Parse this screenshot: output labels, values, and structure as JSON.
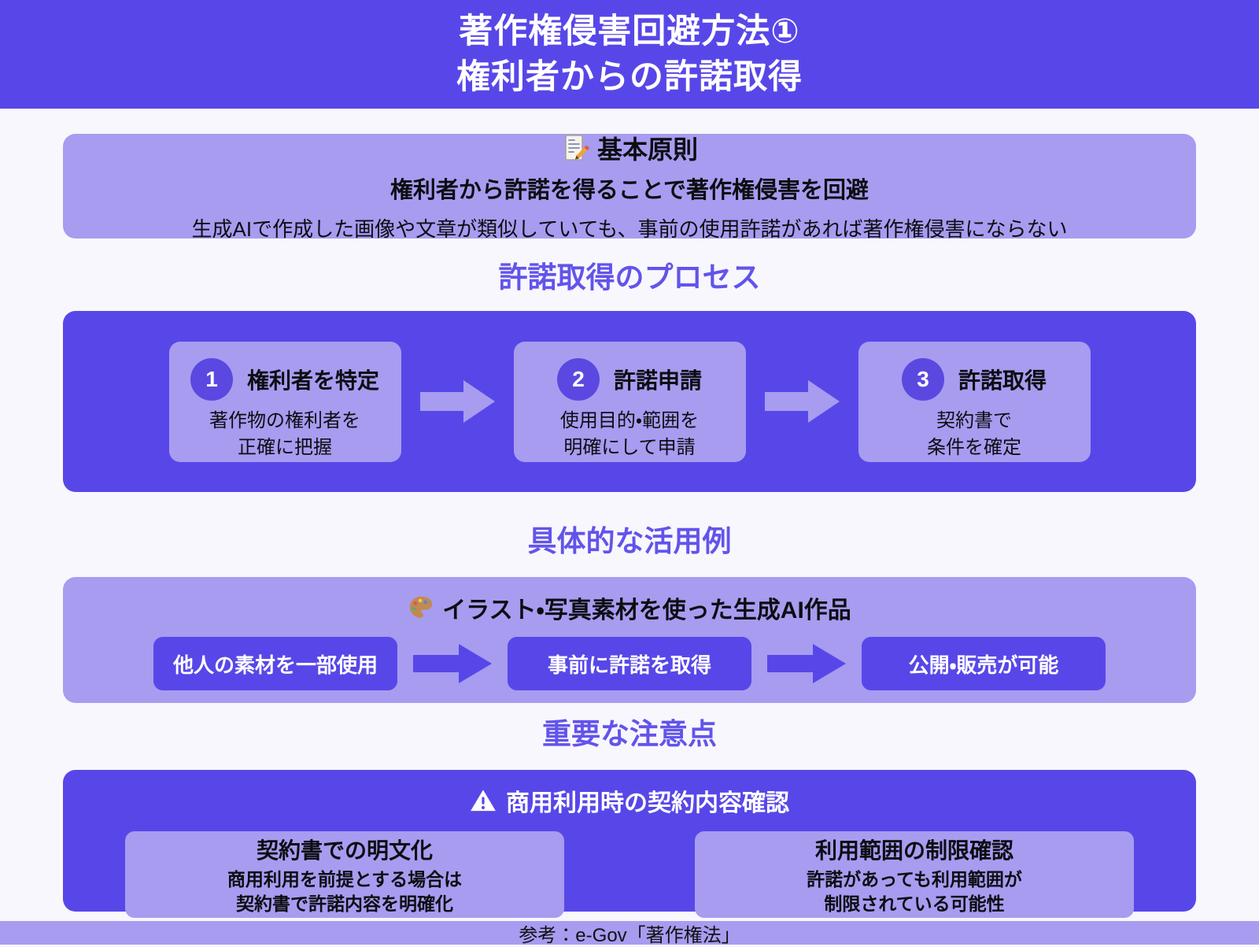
{
  "header": {
    "title_line1": "著作権侵害回避方法①",
    "title_line2": "権利者からの許諾取得"
  },
  "principle": {
    "icon": "memo-icon",
    "title": "基本原則",
    "subtitle": "権利者から許諾を得ることで著作権侵害を回避",
    "body": "生成AIで作成した画像や文章が類似していても、事前の使用許諾があれば著作権侵害にならない"
  },
  "process": {
    "heading": "許諾取得のプロセス",
    "steps": [
      {
        "number": "1",
        "title": "権利者を特定",
        "line1": "著作物の権利者を",
        "line2": "正確に把握"
      },
      {
        "number": "2",
        "title": "許諾申請",
        "line1": "使用目的・範囲を",
        "line2": "明確にして申請"
      },
      {
        "number": "3",
        "title": "許諾取得",
        "line1": "契約書で",
        "line2": "条件を確定"
      }
    ]
  },
  "examples": {
    "heading": "具体的な活用例",
    "icon": "palette-icon",
    "title": "イラスト・写真素材を使った生成AI作品",
    "flow": [
      "他人の素材を一部使用",
      "事前に許諾を取得",
      "公開・販売が可能"
    ]
  },
  "cautions": {
    "heading": "重要な注意点",
    "icon": "warning-icon",
    "title": "商用利用時の契約内容確認",
    "items": [
      {
        "title": "契約書での明文化",
        "line1": "商用利用を前提とする場合は",
        "line2": "契約書で許諾内容を明確化"
      },
      {
        "title": "利用範囲の制限確認",
        "line1": "許諾があっても利用範囲が",
        "line2": "制限されている可能性"
      }
    ]
  },
  "footer": {
    "text": "参考：e-Gov「著作権法」"
  },
  "colors": {
    "primary": "#5847e8",
    "light_purple": "#a79cf0",
    "page_background": "#f8f7fe",
    "heading_text": "#6254ea",
    "text_dark": "#0d0d12",
    "text_white": "#ffffff"
  }
}
